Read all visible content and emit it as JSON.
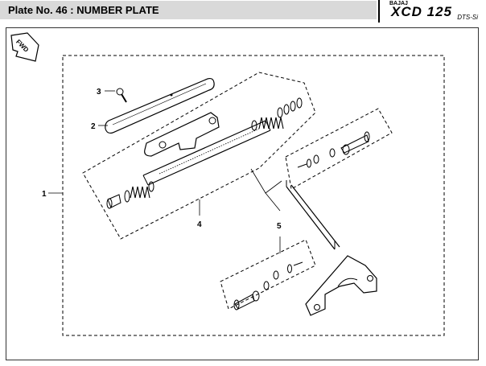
{
  "header": {
    "plate_title": "Plate No. 46  : NUMBER PLATE",
    "brand": "BAJAJ",
    "model": "XCD 125",
    "variant": "DTS-Si"
  },
  "diagram": {
    "direction_label": "FWD",
    "callouts": [
      "1",
      "2",
      "3",
      "4",
      "5"
    ]
  }
}
